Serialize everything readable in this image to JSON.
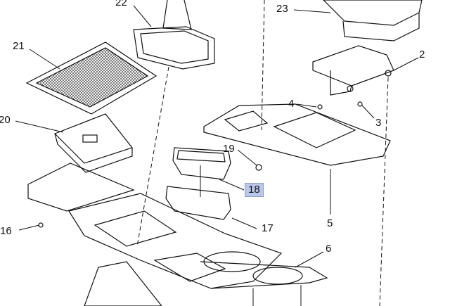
{
  "diagram": {
    "callouts": [
      {
        "id": "22",
        "text": "22"
      },
      {
        "id": "23",
        "text": "23"
      },
      {
        "id": "21",
        "text": "21"
      },
      {
        "id": "2",
        "text": "2"
      },
      {
        "id": "4",
        "text": "4"
      },
      {
        "id": "3",
        "text": "3"
      },
      {
        "id": "20",
        "text": "20"
      },
      {
        "id": "19",
        "text": "19"
      },
      {
        "id": "18",
        "text": "18",
        "highlighted": true
      },
      {
        "id": "16",
        "text": "16"
      },
      {
        "id": "17",
        "text": "17"
      },
      {
        "id": "5",
        "text": "5"
      },
      {
        "id": "6",
        "text": "6"
      }
    ],
    "highlight_color": "#b9c7e8"
  }
}
